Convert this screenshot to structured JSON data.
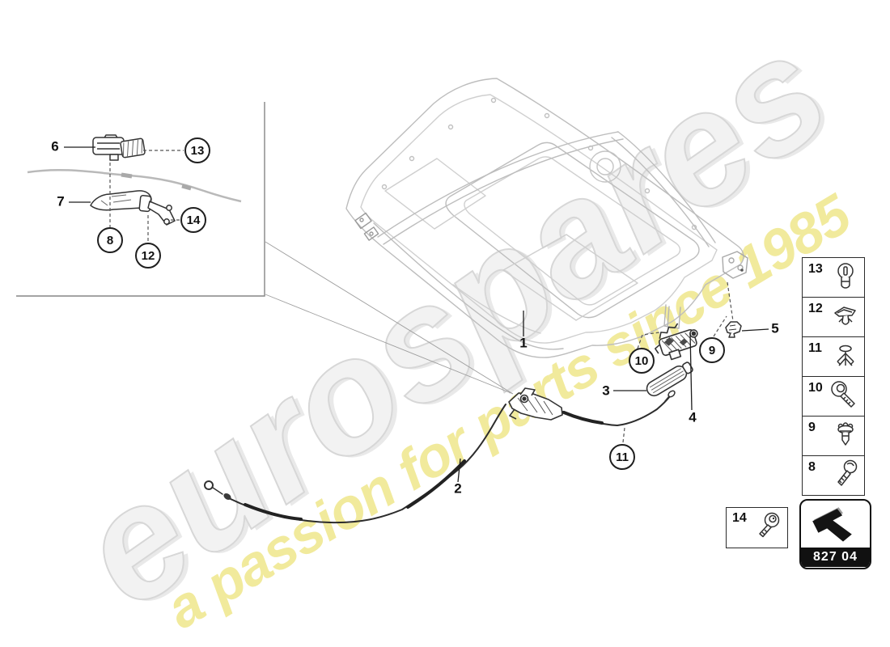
{
  "watermark": {
    "brand": "eurospares",
    "tagline": "a passion for parts since 1985",
    "brand_color": "#e9e9e9",
    "tagline_color": "#f1ea9c"
  },
  "badge": {
    "code": "827 04",
    "icon": "diagram-arrow-icon"
  },
  "inset": {
    "labels": {
      "p6": "6",
      "p7": "7"
    },
    "circles": {
      "c8": "8",
      "c12": "12",
      "c13": "13",
      "c14": "14"
    }
  },
  "main": {
    "labels": {
      "p1": "1",
      "p2": "2",
      "p3": "3",
      "p4": "4",
      "p5": "5"
    },
    "circles": {
      "c9": "9",
      "c10": "10",
      "c11": "11"
    }
  },
  "sidebar": {
    "rows": [
      {
        "label": "13",
        "icon": "grommet-nut-icon"
      },
      {
        "label": "12",
        "icon": "panel-clip-icon"
      },
      {
        "label": "11",
        "icon": "expanding-rivet-icon"
      },
      {
        "label": "10",
        "icon": "washer-screw-icon"
      },
      {
        "label": "9",
        "icon": "push-rivet-icon"
      },
      {
        "label": "8",
        "icon": "hex-bolt-icon"
      }
    ]
  },
  "hardware_box": {
    "label": "14",
    "icon": "flange-screw-icon"
  }
}
